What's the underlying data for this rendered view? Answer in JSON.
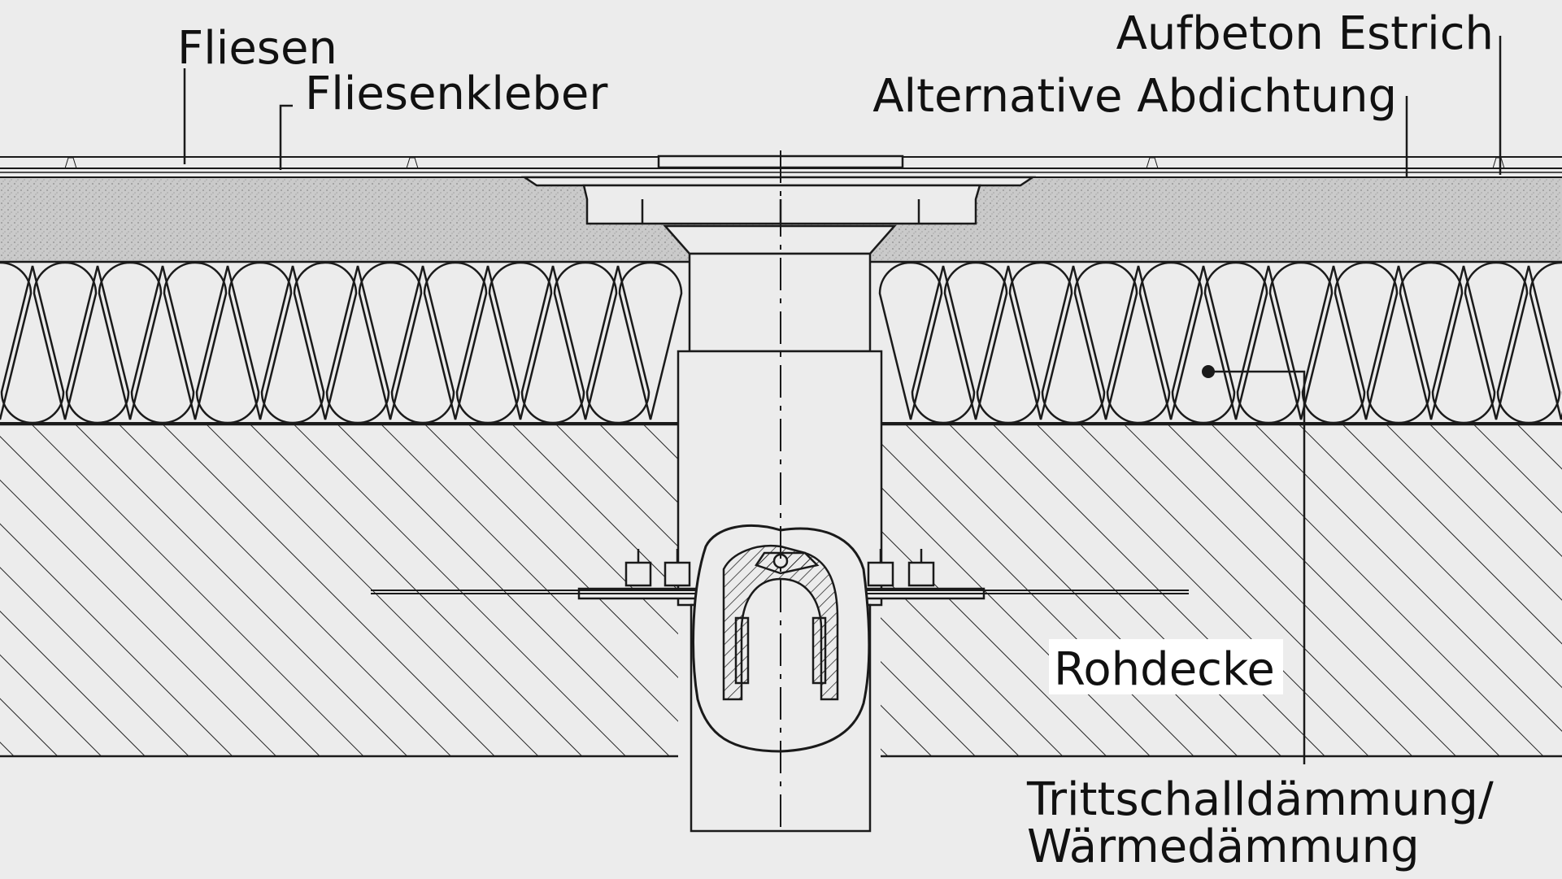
{
  "labels": {
    "fliesen": "Fliesen",
    "fliesenkleber": "Fliesenkleber",
    "aufbeton_estrich": "Aufbeton Estrich",
    "alternative_abdichtung": "Alternative Abdichtung",
    "rohdecke": "Rohdecke",
    "trittschall_line1": "Trittschalldämmung/",
    "trittschall_line2": "Wärmedämmung"
  },
  "colors": {
    "background": "#ececec",
    "line": "#1a1a1a",
    "screed": "#cfcfcf",
    "label_box": "#ffffff"
  }
}
